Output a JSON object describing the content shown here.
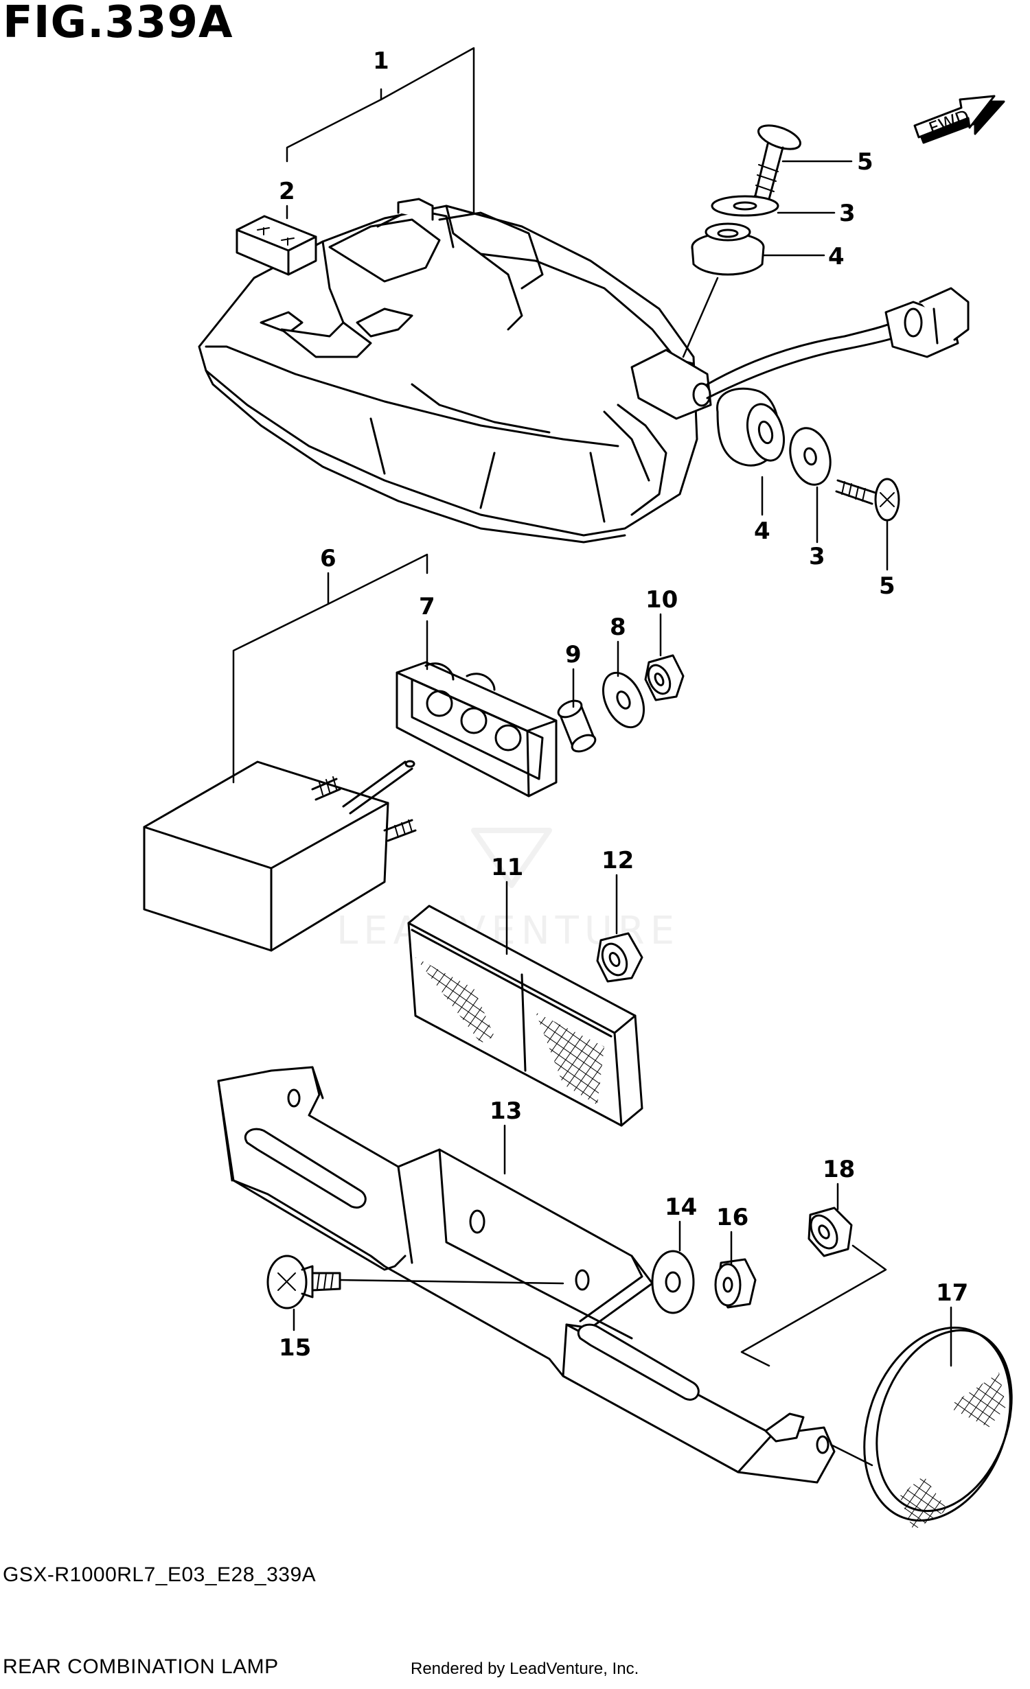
{
  "figure": {
    "title": "FIG.339A",
    "model_code": "GSX-R1000RL7_E03_E28_339A",
    "name": "REAR COMBINATION LAMP",
    "credit": "Rendered by LeadVenture, Inc.",
    "watermark": "LEADVENTURE",
    "direction_label": "FWD"
  },
  "callouts": {
    "c1": "1",
    "c2": "2",
    "c3a": "3",
    "c3b": "3",
    "c4a": "4",
    "c4b": "4",
    "c5a": "5",
    "c5b": "5",
    "c6": "6",
    "c7": "7",
    "c8": "8",
    "c9": "9",
    "c10": "10",
    "c11": "11",
    "c12": "12",
    "c13": "13",
    "c14": "14",
    "c15": "15",
    "c16": "16",
    "c17": "17",
    "c18": "18"
  }
}
